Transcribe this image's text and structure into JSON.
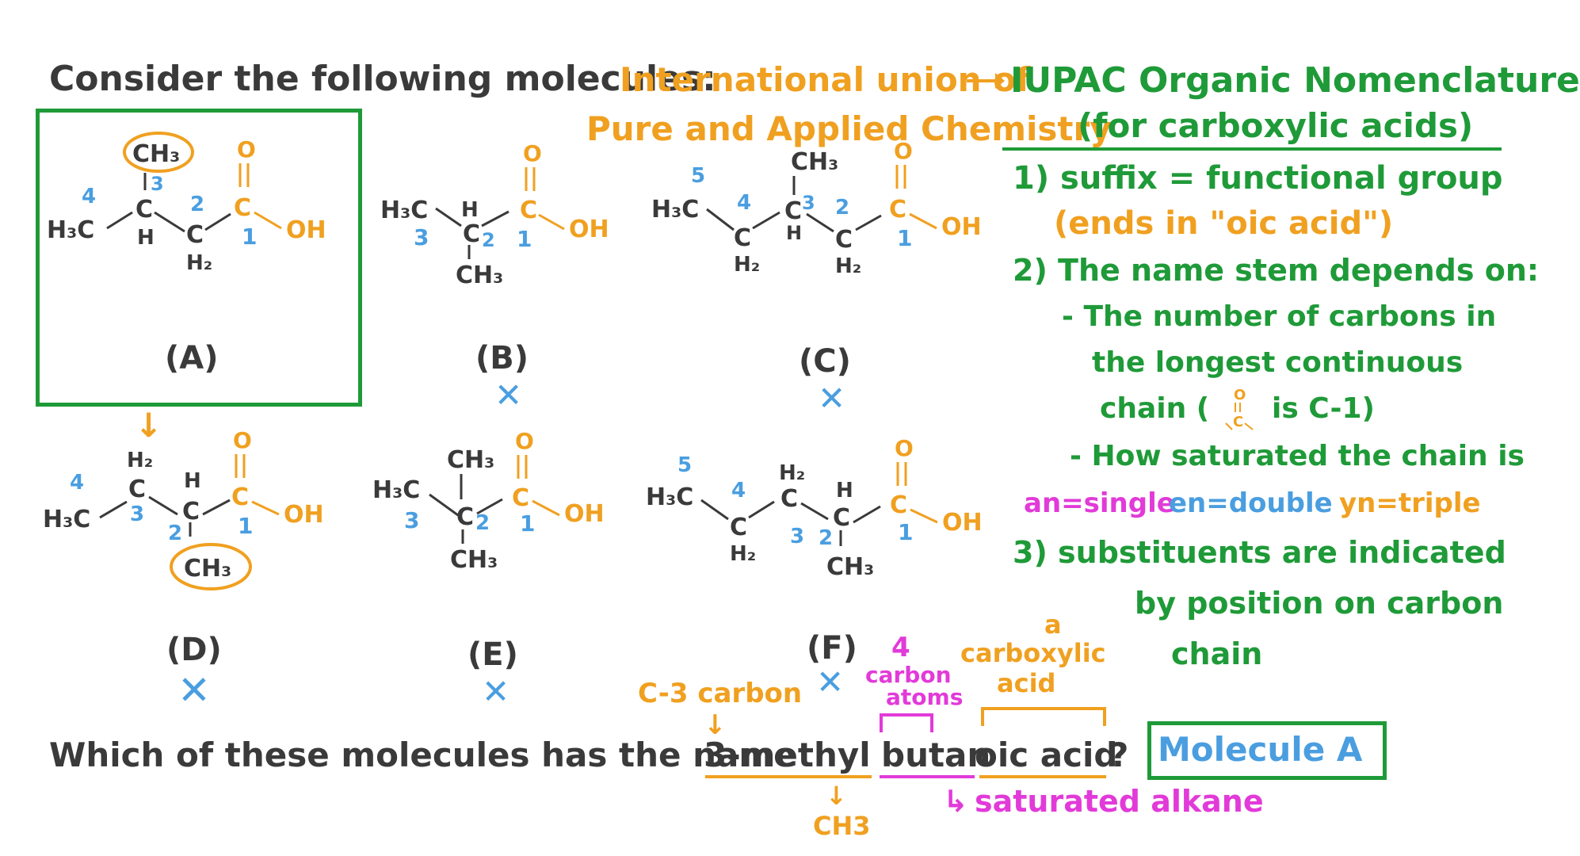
{
  "question_intro": "Consider the following molecules:",
  "iupac_note": {
    "line1": "International union of",
    "line2": "Pure and Applied Chemistry",
    "arrow_target": "IUPAC Organic Nomenclature",
    "subtitle": "(for carboxylic acids)"
  },
  "rules": [
    "1) suffix = functional group",
    "(ends in \"oic acid\")",
    "2) The name stem depends on:",
    "- The number of carbons in",
    "the longest continuous",
    "chain (",
    "is C-1)",
    "- How saturated the chain is",
    "3) substituents are indicated",
    "by position on carbon",
    "chain"
  ],
  "saturation": {
    "an": "an=single",
    "en": "en=double",
    "yn": "yn=triple"
  },
  "molecules": [
    {
      "label": "(A)",
      "mark": ""
    },
    {
      "label": "(B)",
      "mark": "✕"
    },
    {
      "label": "(C)",
      "mark": "✕"
    },
    {
      "label": "(D)",
      "mark": "✕"
    },
    {
      "label": "(E)",
      "mark": "✕"
    },
    {
      "label": "(F)",
      "mark": "✕"
    }
  ],
  "atoms": {
    "CH3": "CH3",
    "H3C": "H3C",
    "H": "H",
    "H2": "H2",
    "C": "C",
    "O": "O",
    "OH": "OH"
  },
  "question": {
    "prefix": "Which of these molecules has the name",
    "name_part1": "3-methyl",
    "name_part2": "butan",
    "name_part3": "oic acid",
    "qmark": "?",
    "answer": "Molecule A"
  },
  "annotations": {
    "c3": "C-3 carbon",
    "four": "4",
    "carbon_atoms_1": "carbon",
    "carbon_atoms_2": "atoms",
    "acid_a": "a",
    "acid_b": "carboxylic",
    "acid_c": "acid",
    "ch3": "CH3",
    "saturated": "saturated alkane"
  },
  "colors": {
    "green": "#1f9a38",
    "orange": "#f0a020",
    "blue": "#4a9ee0",
    "magenta": "#e23ad9",
    "ink": "#3a3a3a"
  }
}
